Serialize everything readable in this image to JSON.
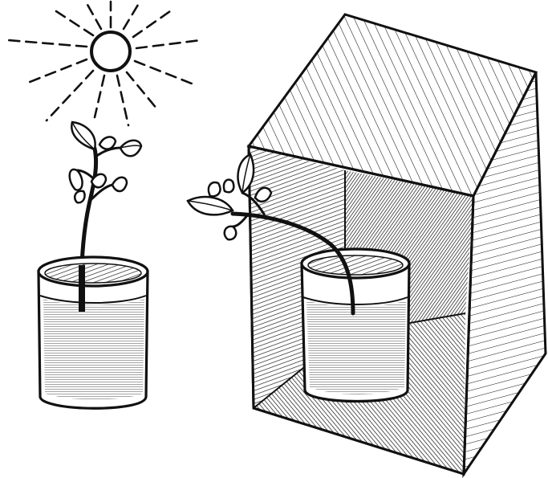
{
  "figure": {
    "panels": [
      {
        "id": "sunlit-plant",
        "icons": [
          "sun-icon",
          "leaf-icon"
        ],
        "light_source": "sun"
      },
      {
        "id": "boxed-plant",
        "icons": [
          "box-icon",
          "leaf-icon"
        ],
        "light_source": "box-opening"
      }
    ],
    "colors": {
      "ink": "#111111",
      "paper": "#ffffff"
    }
  }
}
